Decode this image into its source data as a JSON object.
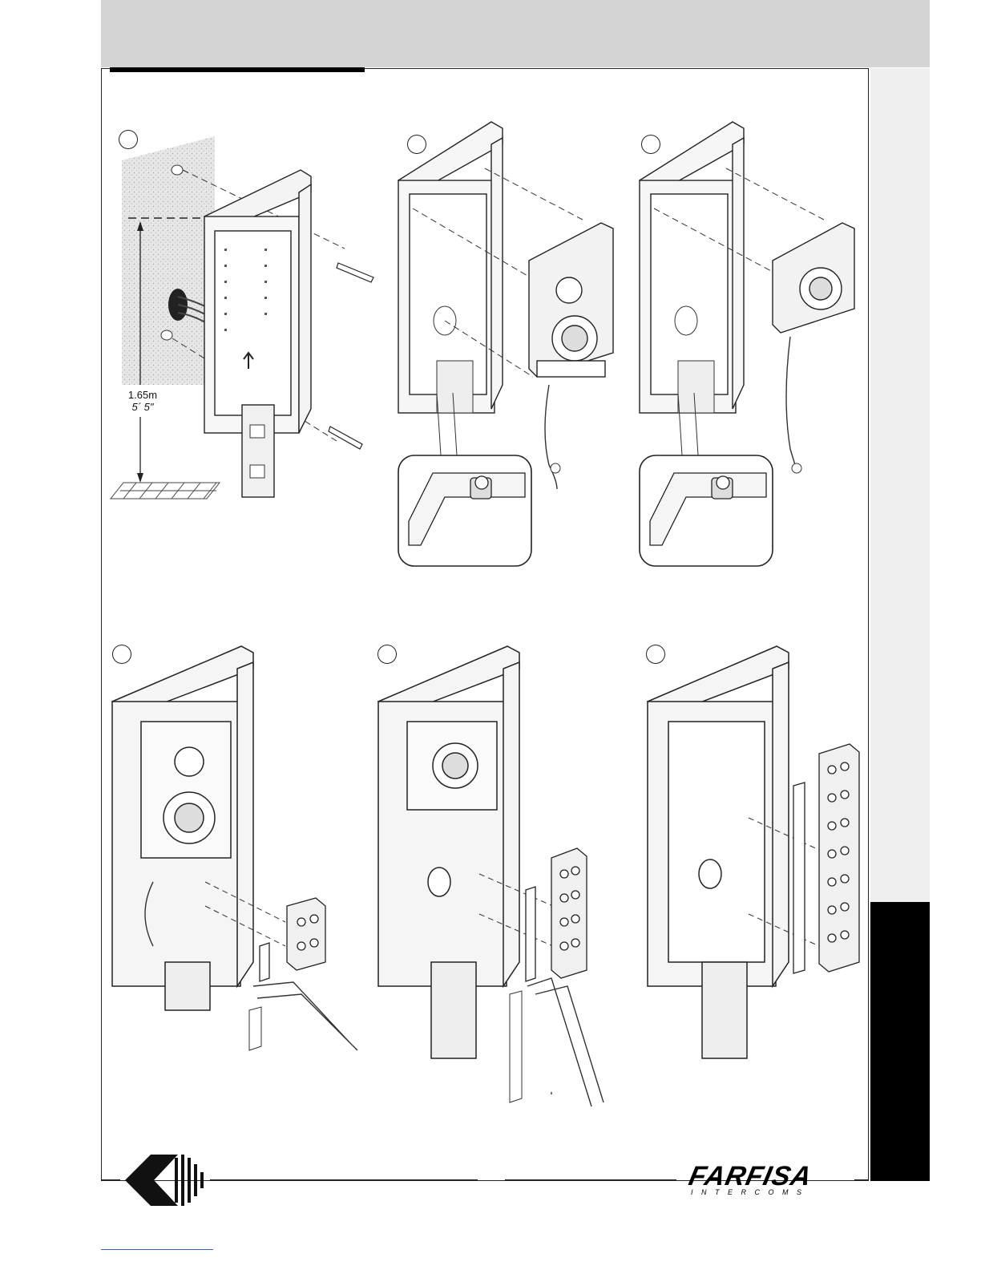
{
  "measure": {
    "metric": "1.65m",
    "imperial": "5´ 5\""
  },
  "brand": {
    "name": "FARFISA",
    "tagline": "I N T E R C O M S"
  },
  "colors": {
    "band": "#d4d4d4",
    "tab_light": "#efefef",
    "tab_dark": "#000000",
    "line": "#222222"
  },
  "icons": {
    "logo": "farfisa-diamond-logo"
  }
}
